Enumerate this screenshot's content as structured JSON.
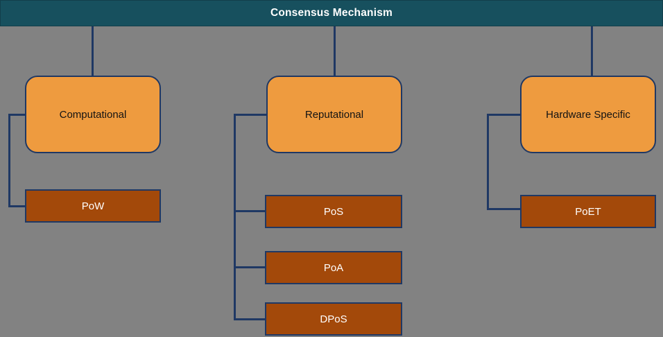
{
  "diagram": {
    "title": "Consensus Mechanism",
    "background_color": "#828282",
    "header_color": "#17505E",
    "category_color": "#EE9B3F",
    "leaf_color": "#A3490A",
    "connector_color": "#1F3864",
    "categories": [
      {
        "label": "Computational",
        "children": [
          {
            "label": "PoW"
          }
        ]
      },
      {
        "label": "Reputational",
        "children": [
          {
            "label": "PoS"
          },
          {
            "label": "PoA"
          },
          {
            "label": "DPoS"
          }
        ]
      },
      {
        "label": "Hardware Specific",
        "children": [
          {
            "label": "PoET"
          }
        ]
      }
    ]
  }
}
